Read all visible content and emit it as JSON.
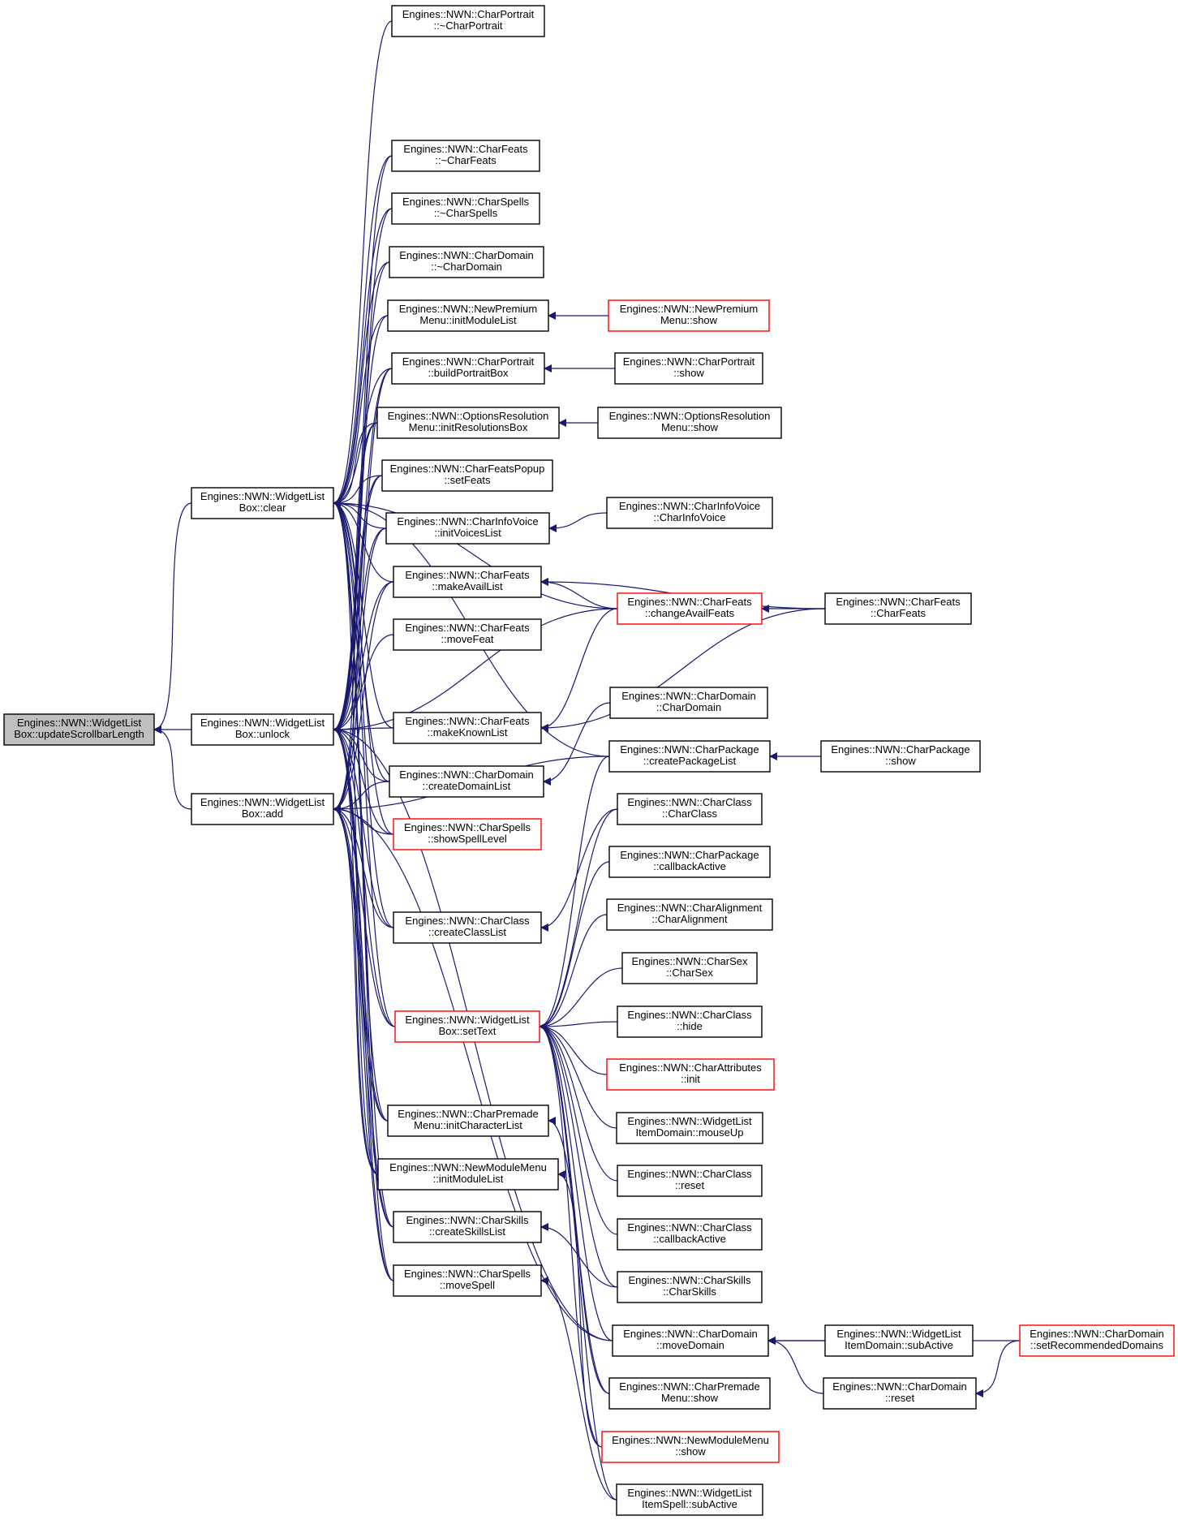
{
  "colors": {
    "edge": "#191970",
    "focus_fill": "#bfbfbf",
    "border": "#000000",
    "truncated_border": "#ff0000"
  },
  "nodes": [
    {
      "id": "root",
      "lines": [
        "Engines::NWN::WidgetList",
        "Box::updateScrollbarLength"
      ],
      "style": "focus"
    },
    {
      "id": "clear",
      "lines": [
        "Engines::NWN::WidgetList",
        "Box::clear"
      ],
      "style": "normal"
    },
    {
      "id": "unlock",
      "lines": [
        "Engines::NWN::WidgetList",
        "Box::unlock"
      ],
      "style": "normal"
    },
    {
      "id": "add",
      "lines": [
        "Engines::NWN::WidgetList",
        "Box::add"
      ],
      "style": "normal"
    },
    {
      "id": "portraitDtor",
      "lines": [
        "Engines::NWN::CharPortrait",
        "::~CharPortrait"
      ],
      "style": "normal"
    },
    {
      "id": "featsDtor",
      "lines": [
        "Engines::NWN::CharFeats",
        "::~CharFeats"
      ],
      "style": "normal"
    },
    {
      "id": "spellsDtor",
      "lines": [
        "Engines::NWN::CharSpells",
        "::~CharSpells"
      ],
      "style": "normal"
    },
    {
      "id": "domainDtor",
      "lines": [
        "Engines::NWN::CharDomain",
        "::~CharDomain"
      ],
      "style": "normal"
    },
    {
      "id": "newPremInit",
      "lines": [
        "Engines::NWN::NewPremium",
        "Menu::initModuleList"
      ],
      "style": "normal"
    },
    {
      "id": "buildPortrait",
      "lines": [
        "Engines::NWN::CharPortrait",
        "::buildPortraitBox"
      ],
      "style": "normal"
    },
    {
      "id": "optResInit",
      "lines": [
        "Engines::NWN::OptionsResolution",
        "Menu::initResolutionsBox"
      ],
      "style": "normal"
    },
    {
      "id": "featsPopup",
      "lines": [
        "Engines::NWN::CharFeatsPopup",
        "::setFeats"
      ],
      "style": "normal"
    },
    {
      "id": "infoVoiceInit",
      "lines": [
        "Engines::NWN::CharInfoVoice",
        "::initVoicesList"
      ],
      "style": "normal"
    },
    {
      "id": "makeAvail",
      "lines": [
        "Engines::NWN::CharFeats",
        "::makeAvailList"
      ],
      "style": "normal"
    },
    {
      "id": "moveFeat",
      "lines": [
        "Engines::NWN::CharFeats",
        "::moveFeat"
      ],
      "style": "normal"
    },
    {
      "id": "makeKnown",
      "lines": [
        "Engines::NWN::CharFeats",
        "::makeKnownList"
      ],
      "style": "normal"
    },
    {
      "id": "createDomain",
      "lines": [
        "Engines::NWN::CharDomain",
        "::createDomainList"
      ],
      "style": "normal"
    },
    {
      "id": "showSpellLevel",
      "lines": [
        "Engines::NWN::CharSpells",
        "::showSpellLevel"
      ],
      "style": "truncated"
    },
    {
      "id": "createClass",
      "lines": [
        "Engines::NWN::CharClass",
        "::createClassList"
      ],
      "style": "normal"
    },
    {
      "id": "setText",
      "lines": [
        "Engines::NWN::WidgetList",
        "Box::setText"
      ],
      "style": "truncated"
    },
    {
      "id": "premadeInit",
      "lines": [
        "Engines::NWN::CharPremade",
        "Menu::initCharacterList"
      ],
      "style": "normal"
    },
    {
      "id": "newModInit",
      "lines": [
        "Engines::NWN::NewModuleMenu",
        "::initModuleList"
      ],
      "style": "normal"
    },
    {
      "id": "createSkills",
      "lines": [
        "Engines::NWN::CharSkills",
        "::createSkillsList"
      ],
      "style": "normal"
    },
    {
      "id": "moveSpell",
      "lines": [
        "Engines::NWN::CharSpells",
        "::moveSpell"
      ],
      "style": "normal"
    },
    {
      "id": "newPremShow",
      "lines": [
        "Engines::NWN::NewPremium",
        "Menu::show"
      ],
      "style": "truncated"
    },
    {
      "id": "portraitShow",
      "lines": [
        "Engines::NWN::CharPortrait",
        "::show"
      ],
      "style": "normal"
    },
    {
      "id": "optResShow",
      "lines": [
        "Engines::NWN::OptionsResolution",
        "Menu::show"
      ],
      "style": "normal"
    },
    {
      "id": "infoVoiceCtor",
      "lines": [
        "Engines::NWN::CharInfoVoice",
        "::CharInfoVoice"
      ],
      "style": "normal"
    },
    {
      "id": "changeAvail",
      "lines": [
        "Engines::NWN::CharFeats",
        "::changeAvailFeats"
      ],
      "style": "truncated"
    },
    {
      "id": "domainCtor",
      "lines": [
        "Engines::NWN::CharDomain",
        "::CharDomain"
      ],
      "style": "normal"
    },
    {
      "id": "createPackage",
      "lines": [
        "Engines::NWN::CharPackage",
        "::createPackageList"
      ],
      "style": "normal"
    },
    {
      "id": "classCtor",
      "lines": [
        "Engines::NWN::CharClass",
        "::CharClass"
      ],
      "style": "normal"
    },
    {
      "id": "packageCb",
      "lines": [
        "Engines::NWN::CharPackage",
        "::callbackActive"
      ],
      "style": "normal"
    },
    {
      "id": "alignCtor",
      "lines": [
        "Engines::NWN::CharAlignment",
        "::CharAlignment"
      ],
      "style": "normal"
    },
    {
      "id": "sexCtor",
      "lines": [
        "Engines::NWN::CharSex",
        "::CharSex"
      ],
      "style": "normal"
    },
    {
      "id": "classHide",
      "lines": [
        "Engines::NWN::CharClass",
        "::hide"
      ],
      "style": "normal"
    },
    {
      "id": "attrInit",
      "lines": [
        "Engines::NWN::CharAttributes",
        "::init"
      ],
      "style": "truncated"
    },
    {
      "id": "itemDomainUp",
      "lines": [
        "Engines::NWN::WidgetList",
        "ItemDomain::mouseUp"
      ],
      "style": "normal"
    },
    {
      "id": "classReset",
      "lines": [
        "Engines::NWN::CharClass",
        "::reset"
      ],
      "style": "normal"
    },
    {
      "id": "classCb",
      "lines": [
        "Engines::NWN::CharClass",
        "::callbackActive"
      ],
      "style": "normal"
    },
    {
      "id": "skillsCtor",
      "lines": [
        "Engines::NWN::CharSkills",
        "::CharSkills"
      ],
      "style": "normal"
    },
    {
      "id": "moveDomain",
      "lines": [
        "Engines::NWN::CharDomain",
        "::moveDomain"
      ],
      "style": "normal"
    },
    {
      "id": "premadeShow",
      "lines": [
        "Engines::NWN::CharPremade",
        "Menu::show"
      ],
      "style": "normal"
    },
    {
      "id": "newModShow",
      "lines": [
        "Engines::NWN::NewModuleMenu",
        "::show"
      ],
      "style": "truncated"
    },
    {
      "id": "itemSpellSub",
      "lines": [
        "Engines::NWN::WidgetList",
        "ItemSpell::subActive"
      ],
      "style": "normal"
    },
    {
      "id": "featsCtor",
      "lines": [
        "Engines::NWN::CharFeats",
        "::CharFeats"
      ],
      "style": "normal"
    },
    {
      "id": "packageShow",
      "lines": [
        "Engines::NWN::CharPackage",
        "::show"
      ],
      "style": "normal"
    },
    {
      "id": "itemDomainSub",
      "lines": [
        "Engines::NWN::WidgetList",
        "ItemDomain::subActive"
      ],
      "style": "normal"
    },
    {
      "id": "domainReset",
      "lines": [
        "Engines::NWN::CharDomain",
        "::reset"
      ],
      "style": "normal"
    },
    {
      "id": "setRecDomains",
      "lines": [
        "Engines::NWN::CharDomain",
        "::setRecommendedDomains"
      ],
      "style": "truncated"
    }
  ],
  "edges": [
    {
      "from": "root",
      "to": "clear"
    },
    {
      "from": "root",
      "to": "unlock"
    },
    {
      "from": "root",
      "to": "add"
    },
    {
      "from": "clear",
      "to": "portraitDtor"
    },
    {
      "from": "clear",
      "to": "featsDtor"
    },
    {
      "from": "clear",
      "to": "spellsDtor"
    },
    {
      "from": "clear",
      "to": "domainDtor"
    },
    {
      "from": "clear",
      "to": "newPremInit"
    },
    {
      "from": "clear",
      "to": "buildPortrait"
    },
    {
      "from": "clear",
      "to": "optResInit"
    },
    {
      "from": "clear",
      "to": "featsPopup"
    },
    {
      "from": "clear",
      "to": "infoVoiceInit"
    },
    {
      "from": "clear",
      "to": "makeAvail"
    },
    {
      "from": "clear",
      "to": "makeKnown"
    },
    {
      "from": "clear",
      "to": "createDomain"
    },
    {
      "from": "clear",
      "to": "showSpellLevel"
    },
    {
      "from": "clear",
      "to": "createClass"
    },
    {
      "from": "clear",
      "to": "setText"
    },
    {
      "from": "clear",
      "to": "premadeInit"
    },
    {
      "from": "clear",
      "to": "newModInit"
    },
    {
      "from": "clear",
      "to": "createSkills"
    },
    {
      "from": "clear",
      "to": "moveSpell"
    },
    {
      "from": "clear",
      "to": "changeAvail"
    },
    {
      "from": "clear",
      "to": "createPackage"
    },
    {
      "from": "unlock",
      "to": "featsDtor"
    },
    {
      "from": "unlock",
      "to": "spellsDtor"
    },
    {
      "from": "unlock",
      "to": "domainDtor"
    },
    {
      "from": "unlock",
      "to": "newPremInit"
    },
    {
      "from": "unlock",
      "to": "buildPortrait"
    },
    {
      "from": "unlock",
      "to": "optResInit"
    },
    {
      "from": "unlock",
      "to": "featsPopup"
    },
    {
      "from": "unlock",
      "to": "infoVoiceInit"
    },
    {
      "from": "unlock",
      "to": "makeAvail"
    },
    {
      "from": "unlock",
      "to": "moveFeat"
    },
    {
      "from": "unlock",
      "to": "makeKnown"
    },
    {
      "from": "unlock",
      "to": "createDomain"
    },
    {
      "from": "unlock",
      "to": "showSpellLevel"
    },
    {
      "from": "unlock",
      "to": "createClass"
    },
    {
      "from": "unlock",
      "to": "setText"
    },
    {
      "from": "unlock",
      "to": "premadeInit"
    },
    {
      "from": "unlock",
      "to": "newModInit"
    },
    {
      "from": "unlock",
      "to": "createSkills"
    },
    {
      "from": "unlock",
      "to": "moveSpell"
    },
    {
      "from": "unlock",
      "to": "changeAvail"
    },
    {
      "from": "unlock",
      "to": "moveDomain"
    },
    {
      "from": "add",
      "to": "buildPortrait"
    },
    {
      "from": "add",
      "to": "optResInit"
    },
    {
      "from": "add",
      "to": "featsPopup"
    },
    {
      "from": "add",
      "to": "infoVoiceInit"
    },
    {
      "from": "add",
      "to": "makeAvail"
    },
    {
      "from": "add",
      "to": "createDomain"
    },
    {
      "from": "add",
      "to": "showSpellLevel"
    },
    {
      "from": "add",
      "to": "createClass"
    },
    {
      "from": "add",
      "to": "setText"
    },
    {
      "from": "add",
      "to": "premadeInit"
    },
    {
      "from": "add",
      "to": "newModInit"
    },
    {
      "from": "add",
      "to": "createSkills"
    },
    {
      "from": "add",
      "to": "moveSpell"
    },
    {
      "from": "add",
      "to": "createPackage"
    },
    {
      "from": "add",
      "to": "moveDomain"
    },
    {
      "from": "newPremInit",
      "to": "newPremShow"
    },
    {
      "from": "buildPortrait",
      "to": "portraitShow"
    },
    {
      "from": "optResInit",
      "to": "optResShow"
    },
    {
      "from": "infoVoiceInit",
      "to": "infoVoiceCtor"
    },
    {
      "from": "makeAvail",
      "to": "changeAvail"
    },
    {
      "from": "makeAvail",
      "to": "featsCtor"
    },
    {
      "from": "makeKnown",
      "to": "changeAvail"
    },
    {
      "from": "makeKnown",
      "to": "featsCtor"
    },
    {
      "from": "changeAvail",
      "to": "featsCtor"
    },
    {
      "from": "createDomain",
      "to": "domainCtor"
    },
    {
      "from": "createClass",
      "to": "classCtor"
    },
    {
      "from": "createPackage",
      "to": "packageShow"
    },
    {
      "from": "setText",
      "to": "createPackage"
    },
    {
      "from": "setText",
      "to": "classCtor"
    },
    {
      "from": "setText",
      "to": "packageCb"
    },
    {
      "from": "setText",
      "to": "alignCtor"
    },
    {
      "from": "setText",
      "to": "sexCtor"
    },
    {
      "from": "setText",
      "to": "classHide"
    },
    {
      "from": "setText",
      "to": "attrInit"
    },
    {
      "from": "setText",
      "to": "itemDomainUp"
    },
    {
      "from": "setText",
      "to": "classReset"
    },
    {
      "from": "setText",
      "to": "classCb"
    },
    {
      "from": "setText",
      "to": "skillsCtor"
    },
    {
      "from": "setText",
      "to": "moveDomain"
    },
    {
      "from": "setText",
      "to": "premadeShow"
    },
    {
      "from": "setText",
      "to": "newModShow"
    },
    {
      "from": "setText",
      "to": "itemSpellSub"
    },
    {
      "from": "premadeInit",
      "to": "premadeShow"
    },
    {
      "from": "newModInit",
      "to": "newModShow"
    },
    {
      "from": "createSkills",
      "to": "skillsCtor"
    },
    {
      "from": "moveSpell",
      "to": "itemSpellSub"
    },
    {
      "from": "moveDomain",
      "to": "itemDomainSub"
    },
    {
      "from": "moveDomain",
      "to": "domainReset"
    },
    {
      "from": "moveDomain",
      "to": "setRecDomains"
    },
    {
      "from": "domainReset",
      "to": "setRecDomains"
    }
  ]
}
